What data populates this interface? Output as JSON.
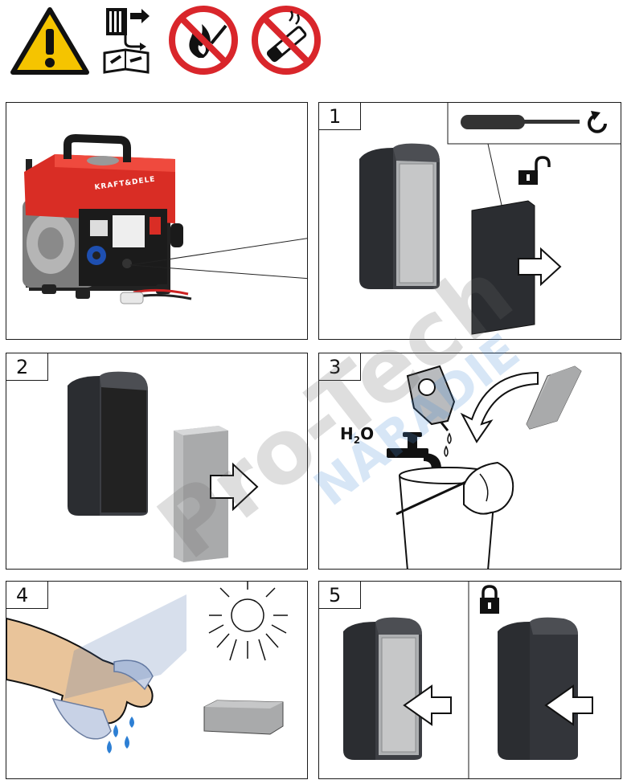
{
  "brand_on_generator": "KRAFT&DELE",
  "h2o": {
    "h": "H",
    "sub": "2",
    "o": "O"
  },
  "steps": [
    "1",
    "2",
    "3",
    "4",
    "5"
  ],
  "watermark": {
    "main": "Pro-Tech",
    "sub": "NÁRADIE"
  },
  "warning_icons": [
    "warning-triangle-icon",
    "read-manual-icon",
    "no-open-flame-icon",
    "no-smoking-icon"
  ],
  "colors": {
    "warning_yellow": "#f5c400",
    "prohibition_red": "#d9262b",
    "generator_red": "#d92d25",
    "filter_dark": "#2b2d31"
  }
}
